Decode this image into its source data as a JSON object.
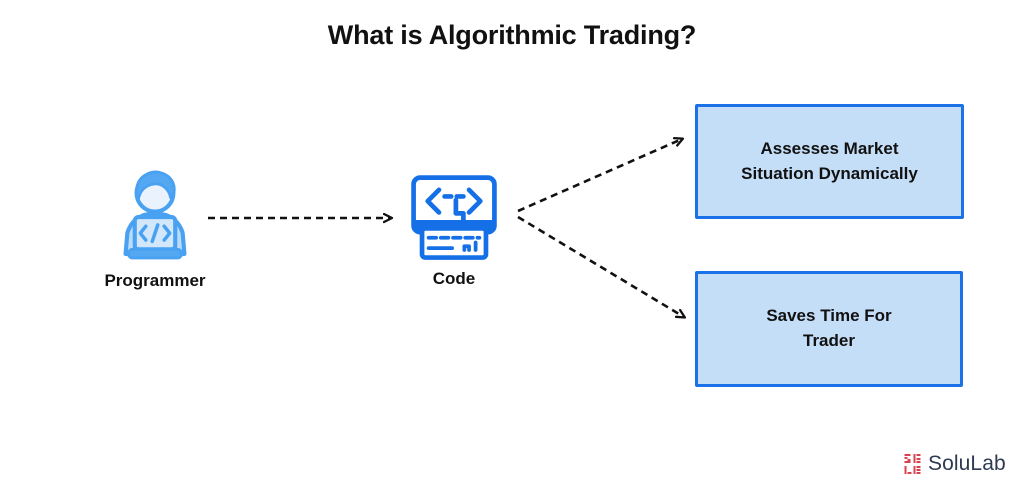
{
  "title": "What is Algorithmic Trading?",
  "diagram": {
    "nodes": [
      {
        "id": "programmer",
        "label": "Programmer",
        "icon": "programmer-at-laptop-icon"
      },
      {
        "id": "code",
        "label": "Code",
        "icon": "code-monitor-icon"
      },
      {
        "id": "assesses-market",
        "label": "Assesses Market\nSituation Dynamically",
        "shape": "box"
      },
      {
        "id": "saves-time",
        "label": "Saves Time For\nTrader",
        "shape": "box"
      }
    ],
    "connections": [
      {
        "from": "programmer",
        "to": "code",
        "style": "dashed-arrow"
      },
      {
        "from": "code",
        "to": "assesses-market",
        "style": "dashed-arrow"
      },
      {
        "from": "code",
        "to": "saves-time",
        "style": "dashed-arrow"
      }
    ]
  },
  "branding": {
    "logo_text": "SoluLab",
    "logo_icon": "solulab-pixel-mark-icon"
  },
  "colors": {
    "title-text": "#111111",
    "arrow": "#111111",
    "box-fill": "#c5def8",
    "box-border": "#1b72e8",
    "code-blue": "#1570e8",
    "person-blue": "#49a1f2",
    "person-fill": "#bcdcfa",
    "person-screen": "#d3e7fc",
    "person-face": "#e9f2fd",
    "person-hair": "#54a7f1",
    "brand-red": "#d8444e",
    "brand-navy": "#2e3a52"
  }
}
